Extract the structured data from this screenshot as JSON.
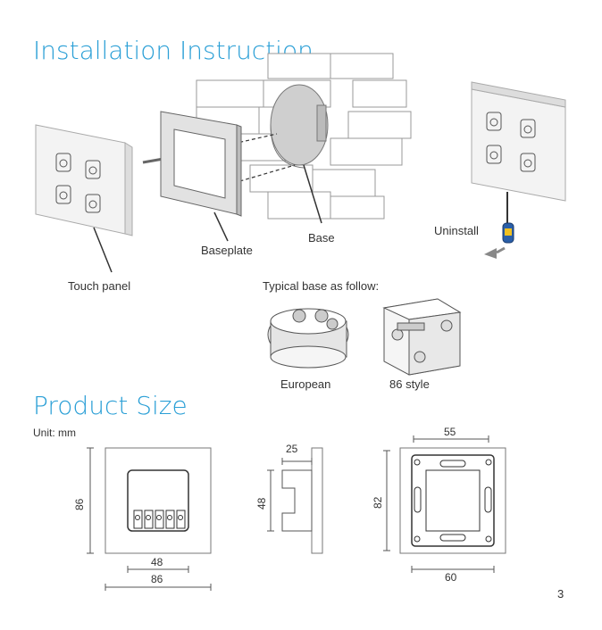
{
  "installation": {
    "title": "Installation Instruction",
    "labels": {
      "touch_panel": "Touch panel",
      "baseplate": "Baseplate",
      "base": "Base",
      "uninstall": "Uninstall",
      "typical_base": "Typical base as follow:",
      "european": "European",
      "style86": "86 style"
    }
  },
  "product_size": {
    "title": "Product Size",
    "unit": "Unit: mm",
    "front": {
      "height": "86",
      "inner_width": "48",
      "outer_width": "86"
    },
    "side": {
      "depth": "25",
      "height": "48"
    },
    "back": {
      "top_width": "55",
      "height": "82",
      "bottom_width": "60"
    }
  },
  "page_number": "3",
  "colors": {
    "accent": "#2a9fd6",
    "line": "#555555",
    "light_line": "#999999"
  }
}
